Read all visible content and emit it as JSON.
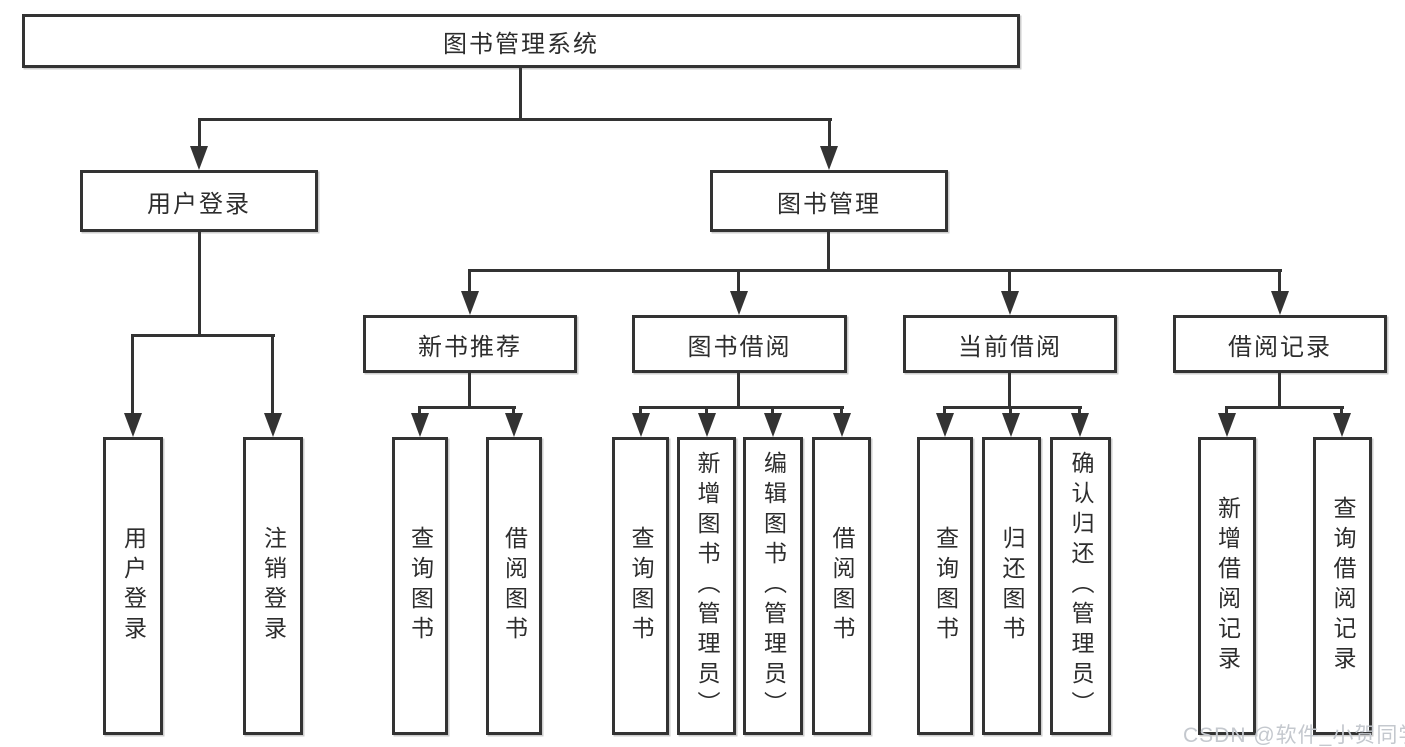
{
  "diagram": {
    "root": {
      "label": "图书管理系统"
    },
    "branches": [
      {
        "label": "用户登录",
        "children": [
          {
            "label": "用户登录"
          },
          {
            "label": "注销登录"
          }
        ]
      },
      {
        "label": "图书管理",
        "children": [
          {
            "label": "新书推荐",
            "children": [
              {
                "label": "查询图书"
              },
              {
                "label": "借阅图书"
              }
            ]
          },
          {
            "label": "图书借阅",
            "children": [
              {
                "label": "查询图书"
              },
              {
                "label": "新增图书（管理员）"
              },
              {
                "label": "编辑图书（管理员）"
              },
              {
                "label": "借阅图书"
              }
            ]
          },
          {
            "label": "当前借阅",
            "children": [
              {
                "label": "查询图书"
              },
              {
                "label": "归还图书"
              },
              {
                "label": "确认归还（管理员）"
              }
            ]
          },
          {
            "label": "借阅记录",
            "children": [
              {
                "label": "新增借阅记录"
              },
              {
                "label": "查询借阅记录"
              }
            ]
          }
        ]
      }
    ]
  },
  "watermark": {
    "text": "CSDN @软件_小贺同学"
  },
  "colors": {
    "line": "#333333",
    "text": "#2d2d2d",
    "watermark": "#c4c8ce",
    "background": "#ffffff"
  }
}
